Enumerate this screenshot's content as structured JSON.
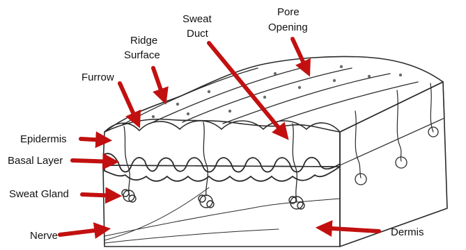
{
  "colors": {
    "arrow": "#c21010",
    "ink": "#2a2a2a",
    "skin": "#f7f7f5",
    "dot": "#6b6b6b"
  },
  "labels": {
    "furrow": "Furrow",
    "ridge_surface_line1": "Ridge",
    "ridge_surface_line2": "Surface",
    "sweat_duct_line1": "Sweat",
    "sweat_duct_line2": "Duct",
    "pore_opening_line1": "Pore",
    "pore_opening_line2": "Opening",
    "epidermis": "Epidermis",
    "basal_layer": "Basal Layer",
    "sweat_gland": "Sweat Gland",
    "nerve": "Nerve",
    "dermis": "Dermis"
  }
}
